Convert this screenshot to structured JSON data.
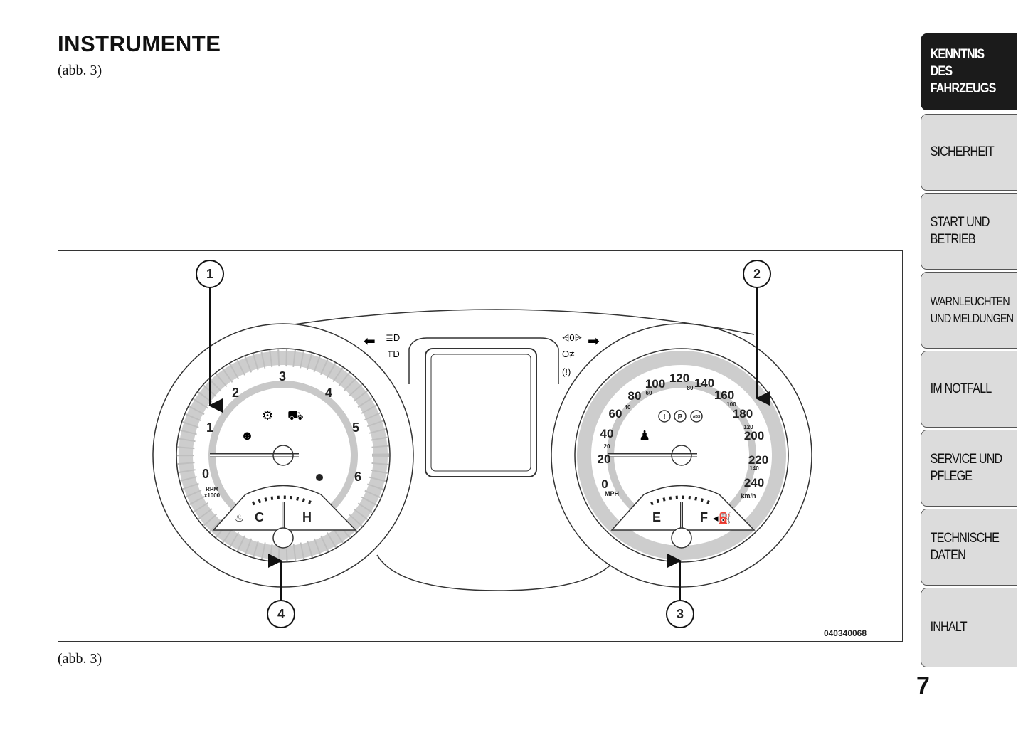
{
  "header": {
    "title": "INSTRUMENTE",
    "subtitle": "(abb.  3)"
  },
  "figure": {
    "caption": "(abb. 3)",
    "code": "040340068",
    "callouts": [
      "1",
      "2",
      "3",
      "4"
    ],
    "tachometer": {
      "ticks": [
        "0",
        "1",
        "2",
        "3",
        "4",
        "5",
        "6"
      ],
      "unit_line1": "RPM",
      "unit_line2": "x1000"
    },
    "speedometer": {
      "kmh_ticks": [
        "0",
        "20",
        "40",
        "60",
        "80",
        "100",
        "120",
        "140",
        "160",
        "180",
        "200",
        "220",
        "240"
      ],
      "mph_ticks": [
        "20",
        "40",
        "60",
        "80",
        "100",
        "120",
        "140"
      ],
      "unit_mph": "MPH",
      "unit_kmh": "km/h"
    },
    "temp_gauge": {
      "cold": "C",
      "hot": "H"
    },
    "fuel_gauge": {
      "empty": "E",
      "full": "F"
    },
    "warning_lights": {
      "brake": "!",
      "park": "P",
      "abs": "ABS"
    }
  },
  "sidebar": {
    "tabs": [
      {
        "label": "KENNTNIS\nDES\nFAHRZEUGS",
        "active": true
      },
      {
        "label": "SICHERHEIT"
      },
      {
        "label": "START UND\nBETRIEB"
      },
      {
        "label": "WARNLEUCHTEN\nUND MELDUNGEN"
      },
      {
        "label": "IM NOTFALL"
      },
      {
        "label": "SERVICE UND\nPFLEGE"
      },
      {
        "label": "TECHNISCHE\nDATEN"
      },
      {
        "label": "INHALT"
      }
    ]
  },
  "page_number": "7"
}
